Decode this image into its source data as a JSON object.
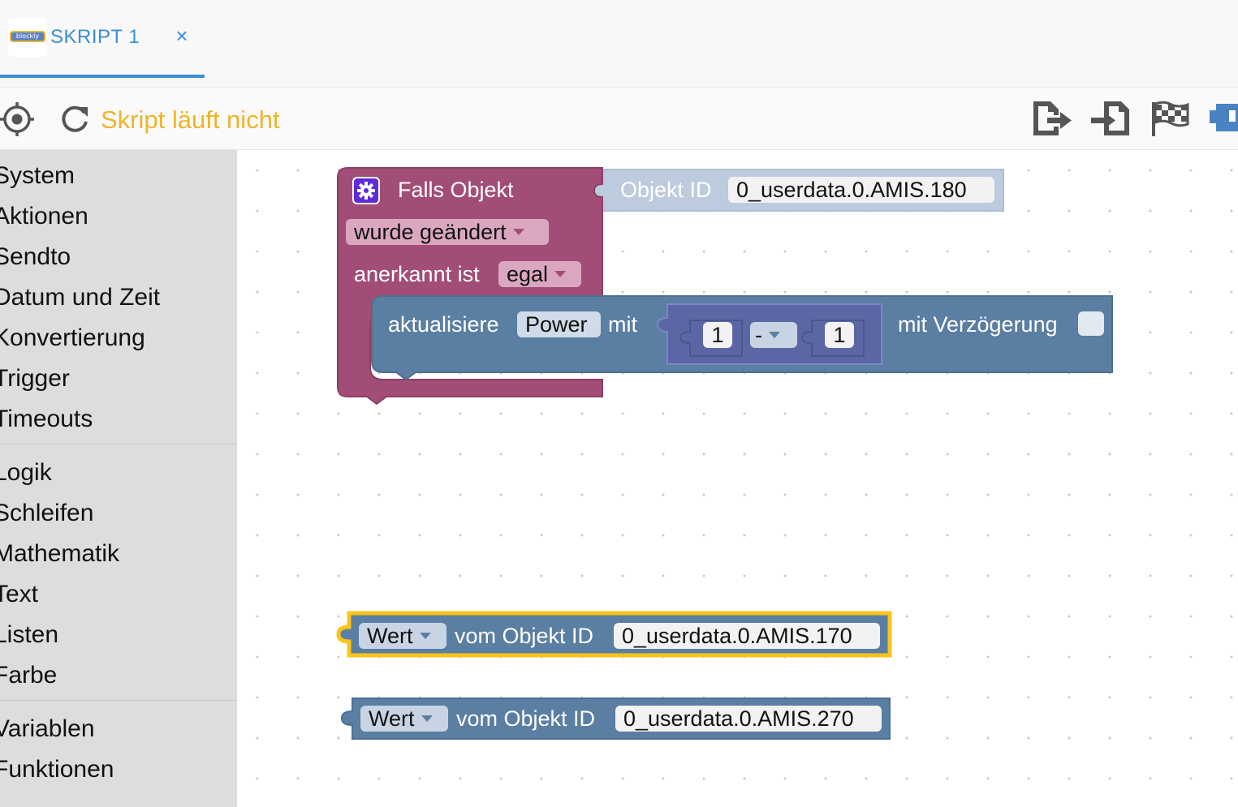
{
  "tab": {
    "title": "SKRIPT 1",
    "logo_text": "blockly",
    "close_symbol": "×"
  },
  "toolbar": {
    "status": "Skript läuft nicht"
  },
  "sidebar": {
    "group1": [
      "System",
      "Aktionen",
      "Sendto",
      "Datum und Zeit",
      "Konvertierung",
      "Trigger",
      "Timeouts"
    ],
    "group2": [
      "Logik",
      "Schleifen",
      "Mathematik",
      "Text",
      "Listen",
      "Farbe"
    ],
    "group3": [
      "Variablen",
      "Funktionen"
    ]
  },
  "blocks": {
    "trigger": {
      "label": "Falls Objekt",
      "object_id_label": "Objekt ID",
      "object_id": "0_userdata.0.AMIS.180",
      "changed_option": "wurde geändert",
      "ack_label": "anerkannt ist",
      "ack_option": "egal"
    },
    "update": {
      "label": "aktualisiere",
      "variable": "Power",
      "with_label": "mit",
      "left_value": "1",
      "operator": "-",
      "right_value": "1",
      "delay_label": "mit Verzögerung"
    },
    "value1": {
      "option": "Wert",
      "label": "vom Objekt ID",
      "object_id": "0_userdata.0.AMIS.170"
    },
    "value2": {
      "option": "Wert",
      "label": "vom Objekt ID",
      "object_id": "0_userdata.0.AMIS.270"
    }
  },
  "colors": {
    "accent_blue": "#3a8ed4",
    "status_yellow": "#f0b429",
    "trigger_block": "#a14d77",
    "action_block": "#5b7ea3",
    "math_block": "#5b67a5",
    "selection": "#fcc419"
  }
}
